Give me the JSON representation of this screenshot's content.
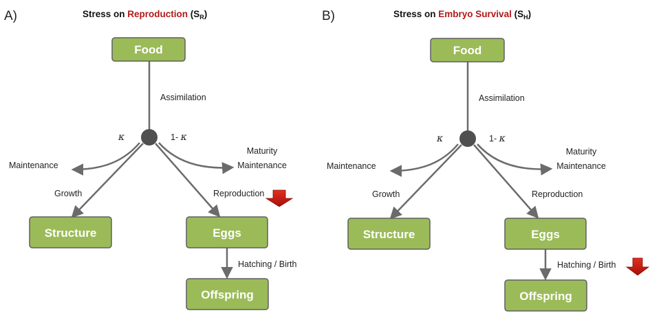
{
  "panels": [
    {
      "letter": "A)",
      "title_prefix": "Stress on ",
      "title_highlight": "Reproduction",
      "title_paren_open": " (S",
      "title_sub": "R",
      "title_paren_close": ")",
      "nodes": {
        "food": "Food",
        "structure": "Structure",
        "eggs": "Eggs",
        "offspring": "Offspring"
      },
      "labels": {
        "assimilation": "Assimilation",
        "kappa": "κ",
        "one_minus_kappa_prefix": "1- ",
        "one_minus_kappa_symbol": "κ",
        "maintenance": "Maintenance",
        "maturity_line1": "Maturity",
        "maturity_line2": "Maintenance",
        "growth": "Growth",
        "reproduction": "Reproduction",
        "hatching": "Hatching / Birth"
      },
      "stress_target": "reproduction"
    },
    {
      "letter": "B)",
      "title_prefix": "Stress on ",
      "title_highlight": "Embryo Survival",
      "title_paren_open": " (S",
      "title_sub": "H",
      "title_paren_close": ")",
      "nodes": {
        "food": "Food",
        "structure": "Structure",
        "eggs": "Eggs",
        "offspring": "Offspring"
      },
      "labels": {
        "assimilation": "Assimilation",
        "kappa": "κ",
        "one_minus_kappa_prefix": "1- ",
        "one_minus_kappa_symbol": "κ",
        "maintenance": "Maintenance",
        "maturity_line1": "Maturity",
        "maturity_line2": "Maintenance",
        "growth": "Growth",
        "reproduction": "Reproduction",
        "hatching": "Hatching / Birth"
      },
      "stress_target": "hatching"
    }
  ],
  "colors": {
    "box_fill": "#9bbb59",
    "box_stroke": "#5f5f5f",
    "line": "#6b6b6b",
    "node": "#505050",
    "stress_arrow": "#cc1b12",
    "title_highlight": "#b01818"
  }
}
